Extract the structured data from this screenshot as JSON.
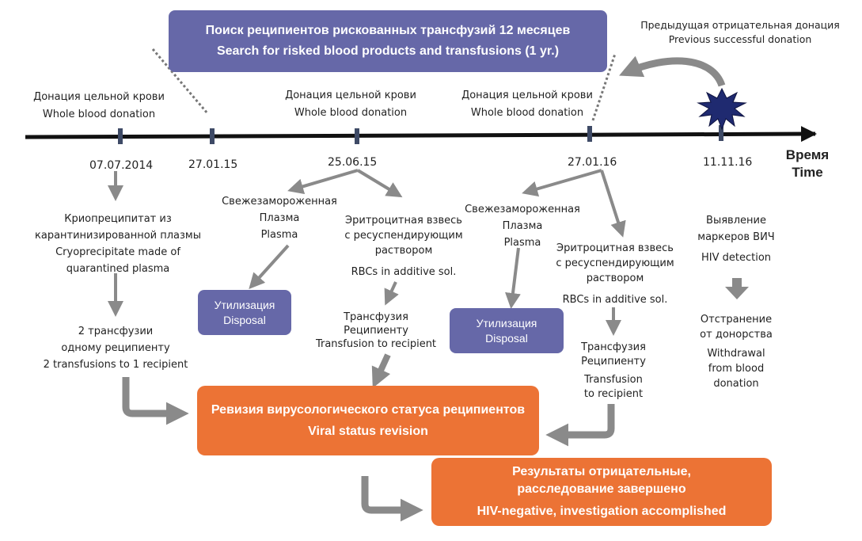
{
  "header": {
    "line1": "Поиск реципиентов рискованных трансфузий 12 месяцев",
    "line2": "Search for risked blood products and transfusions (1 yr.)"
  },
  "previous_donation": {
    "ru": "Предыдущая отрицательная донация",
    "en": "Previous successful donation"
  },
  "axis": {
    "ru": "Время",
    "en": "Time"
  },
  "donations": [
    {
      "ru": "Донация цельной крови",
      "en": "Whole blood donation"
    },
    {
      "ru": "Донация цельной крови",
      "en": "Whole blood donation"
    },
    {
      "ru": "Донация цельной крови",
      "en": "Whole blood donation"
    }
  ],
  "dates": [
    "07.07.2014",
    "27.01.15",
    "25.06.15",
    "27.01.16",
    "11.11.16"
  ],
  "cryo": {
    "line1": "Криопреципитат из",
    "line2": "карантинизированной  плазмы",
    "line3": "Cryoprecipitate made of",
    "line4": "quarantined plasma"
  },
  "two_transfusions": {
    "line1": "2 трансфузии",
    "line2": "одному реципиенту",
    "line3": "2 transfusions to 1 recipient"
  },
  "plasma": {
    "line1": "Свежезамороженная",
    "line2": "Плазма",
    "line3": "Plasma"
  },
  "rbc": {
    "line1": "Эритроцитная взвесь",
    "line2": "с ресуспендирующим",
    "line3": "раствором",
    "line4": "RBCs in additive sol."
  },
  "transfusion1": {
    "line1": "Трансфузия",
    "line2": "Реципиенту",
    "line3": "Transfusion to recipient"
  },
  "transfusion2": {
    "line1": "Трансфузия",
    "line2": "Реципиенту",
    "line3": "Transfusion",
    "line4": "to recipient"
  },
  "disposal": {
    "ru": "Утилизация",
    "en": "Disposal"
  },
  "hiv": {
    "line1": "Выявление",
    "line2": "маркеров ВИЧ",
    "line3": "HIV detection"
  },
  "withdrawal": {
    "line1": "Отстранение",
    "line2": "от донорства",
    "line3": "Withdrawal",
    "line4": "from blood",
    "line5": "donation"
  },
  "revision": {
    "ru": "Ревизия вирусологического статуса реципиентов",
    "en": "Viral status revision"
  },
  "results": {
    "line1": "Результаты отрицательные,",
    "line2": "расследование завершено",
    "line3": "HIV-negative, investigation accomplished"
  },
  "colors": {
    "blue_box": "#6668a8",
    "orange_box": "#ec7335",
    "arrow_gray": "#8a8a8a",
    "timeline": "#111111",
    "tick": "#3e4a66",
    "starburst": "#1f2a70"
  },
  "icons": [
    "starburst-icon",
    "curved-arrow-icon",
    "arrow-icon"
  ]
}
